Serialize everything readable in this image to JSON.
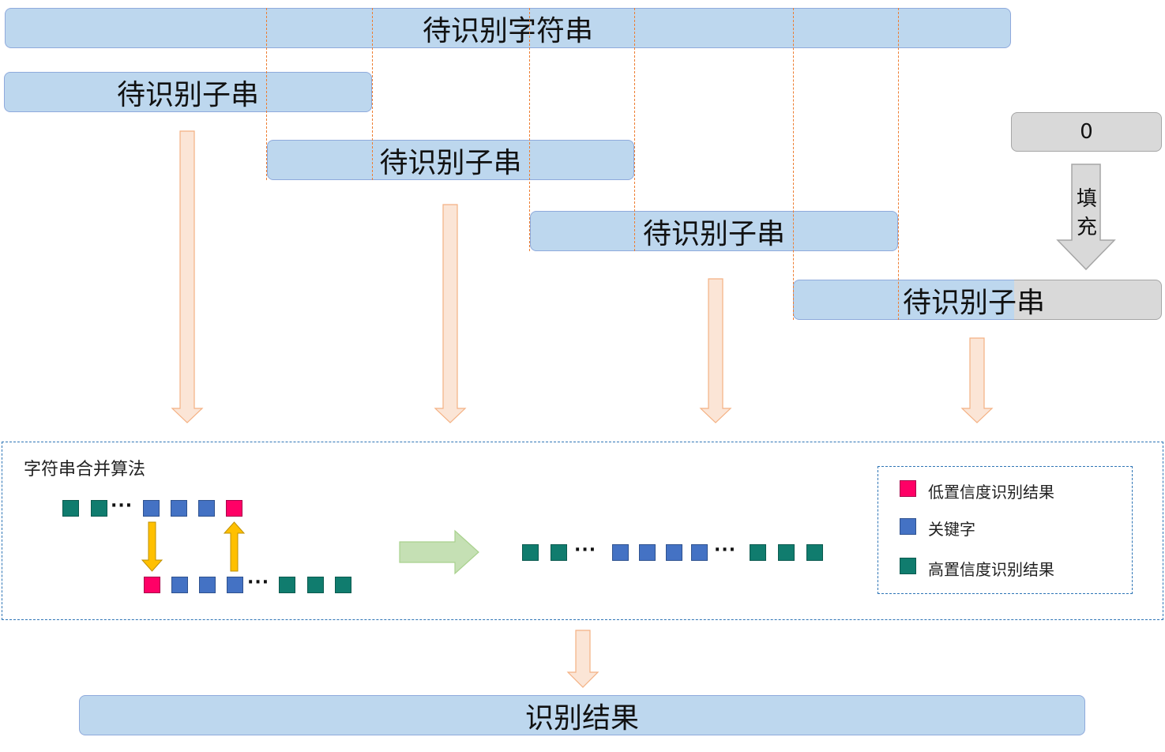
{
  "top_bar": {
    "label": "待识别字符串"
  },
  "substrings": [
    {
      "label": "待识别子串"
    },
    {
      "label": "待识别子串"
    },
    {
      "label": "待识别子串"
    },
    {
      "label": "待识别子串"
    }
  ],
  "padding": {
    "zero_label": "0",
    "fill_label": "填\n充"
  },
  "merge": {
    "title": "字符串合并算法",
    "ellipsis": "···"
  },
  "legend": {
    "low_confidence": "低置信度识别结果",
    "keyword": "关键字",
    "high_confidence": "高置信度识别结果"
  },
  "result": {
    "label": "识别结果"
  },
  "colors": {
    "bar_fill": "#bdd7ee",
    "bar_border": "#8faadc",
    "padding_fill": "#d9d9d9",
    "dash_line": "#ed7d31",
    "arrow_fill": "#fbe5d6",
    "merge_arrow": "#c5e0b4",
    "swap_arrow": "#ffc000",
    "low_conf": "#ff0066",
    "keyword": "#4472c4",
    "high_conf": "#107c6e"
  }
}
